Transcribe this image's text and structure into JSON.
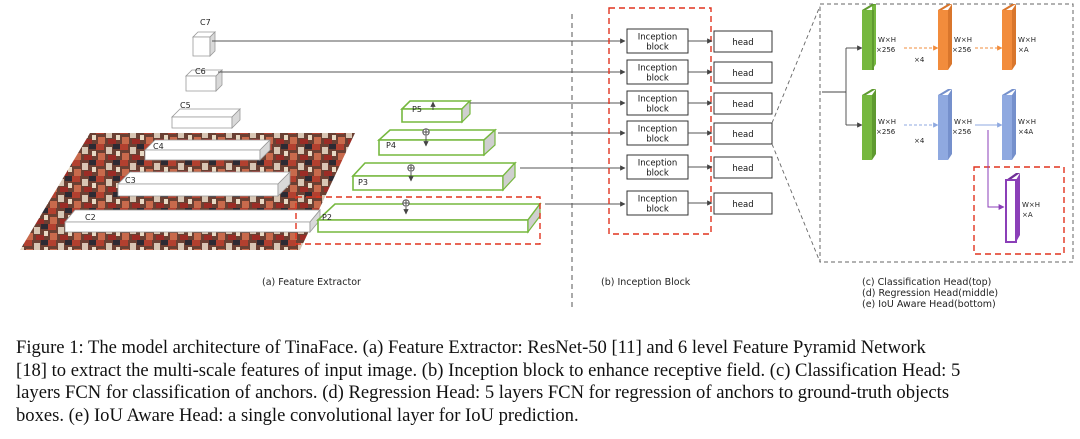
{
  "feature_extractor": {
    "backbone_levels": [
      "C7",
      "C6",
      "C5",
      "C4",
      "C3",
      "C2"
    ],
    "pyramid_levels": [
      "P5",
      "P4",
      "P3",
      "P2"
    ],
    "subtitle": "(a) Feature Extractor"
  },
  "inception": {
    "block_line1": "Inception",
    "block_line2": "block",
    "head_label": "head",
    "subtitle": "(b) Inception Block"
  },
  "heads": {
    "wxh": "W×H",
    "x256": "×256",
    "xA": "×A",
    "x4A": "×4A",
    "times4": "×4",
    "legend": [
      "(c) Classification Head(top)",
      "(d) Regression Head(middle)",
      "(e) IoU Aware Head(bottom)"
    ]
  },
  "colors": {
    "green": "#76b83f",
    "orange": "#f28c3c",
    "blue": "#8fa9e0",
    "purple": "#8b3fb8",
    "red_dashed": "#e0341e",
    "image_reds": "#b2402f"
  },
  "caption": {
    "lines": [
      "Figure 1: The model architecture of TinaFace. (a) Feature Extractor: ResNet-50 [11] and 6 level Feature Pyramid Network",
      "[18] to extract the multi-scale features of input image. (b) Inception block to enhance receptive field. (c) Classification Head: 5",
      "layers FCN for classification of anchors. (d) Regression Head: 5 layers FCN for regression of anchors to ground-truth objects",
      "boxes. (e) IoU Aware Head: a single convolutional layer for IoU prediction."
    ]
  }
}
